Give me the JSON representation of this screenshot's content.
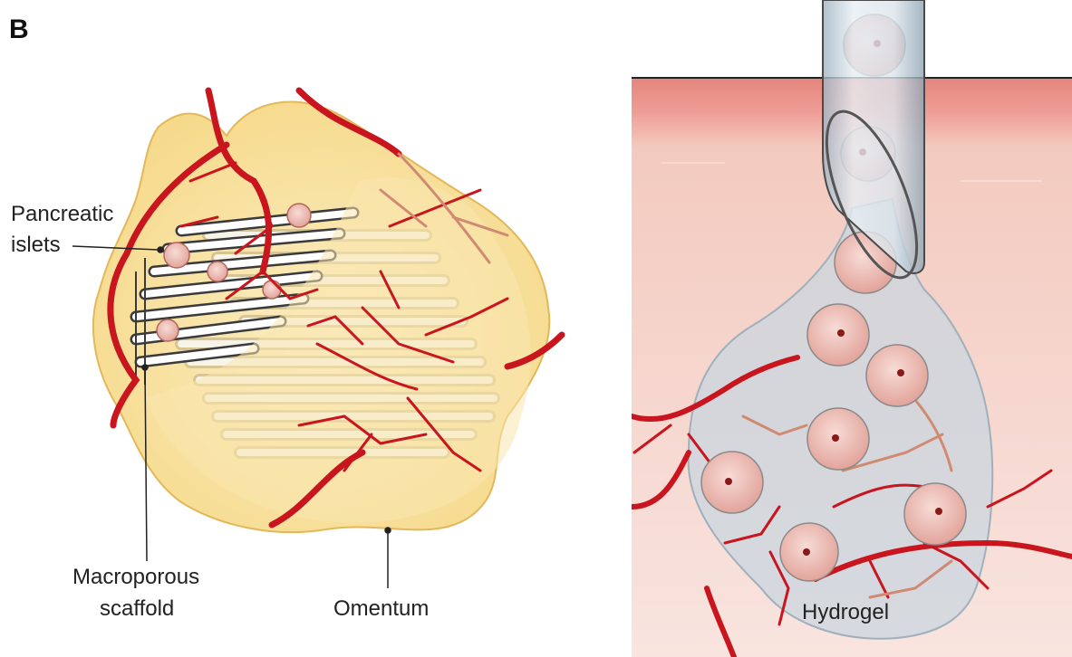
{
  "figure": {
    "panel_letter": "B",
    "labels": {
      "islets_line1": "Pancreatic",
      "islets_line2": "islets",
      "scaffold_line1": "Macroporous",
      "scaffold_line2": "scaffold",
      "omentum": "Omentum",
      "hydrogel": "Hydrogel"
    },
    "colors": {
      "vessel_red": "#c8151e",
      "vessel_faded": "#d08a72",
      "fat_yellow": "#f8e3a0",
      "skin_top": "#e9958e",
      "skin_body": "#f6d6cf",
      "hydrogel": "#c9d6df",
      "scaffold_line": "#3a3a3a"
    }
  }
}
